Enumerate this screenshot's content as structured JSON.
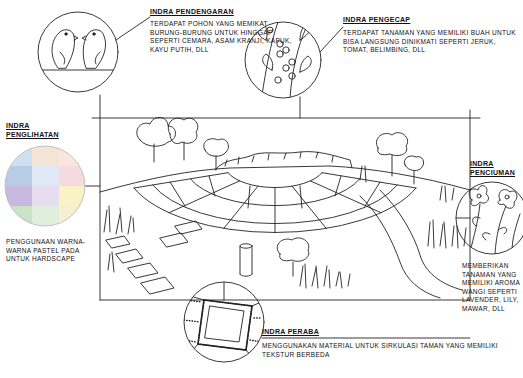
{
  "diagram": {
    "labels": [
      "INDRA PENDENGARAN",
      "TERDAPAT POHON YANG MEMIKAT BURUNG-BURUNG UNTUK HINGGAP SEPERTI CEMARA, ASAM KRANJI, KAPUK, KAYU PUTIH, DLL",
      "INDRA PENGECAP",
      "TERDAPAT TANAMAN YANG MEMILIKI BUAH UNTUK BISA LANGSUNG DINIKMATI SEPERTI JERUK, TOMAT, BELIMBING, DLL",
      "INDRA PENGLIHATAN",
      "PENGGUNAAN WARNA-WARNA PASTEL PADA UNTUK HARDSCAPE",
      "INDRA PENCIUMAN",
      "MEMBERIKAN TANAMAN YANG MEMILIKI AROMA WANGI SEPERTI LAVENDER, LILY, MAWAR, DLL",
      "INDRA PERABA",
      "MENGGUNAKAN MATERIAL UNTUK SIRKULASI TAMAN YANG MEMILIKI TEKSTUR BERBEDA"
    ]
  }
}
